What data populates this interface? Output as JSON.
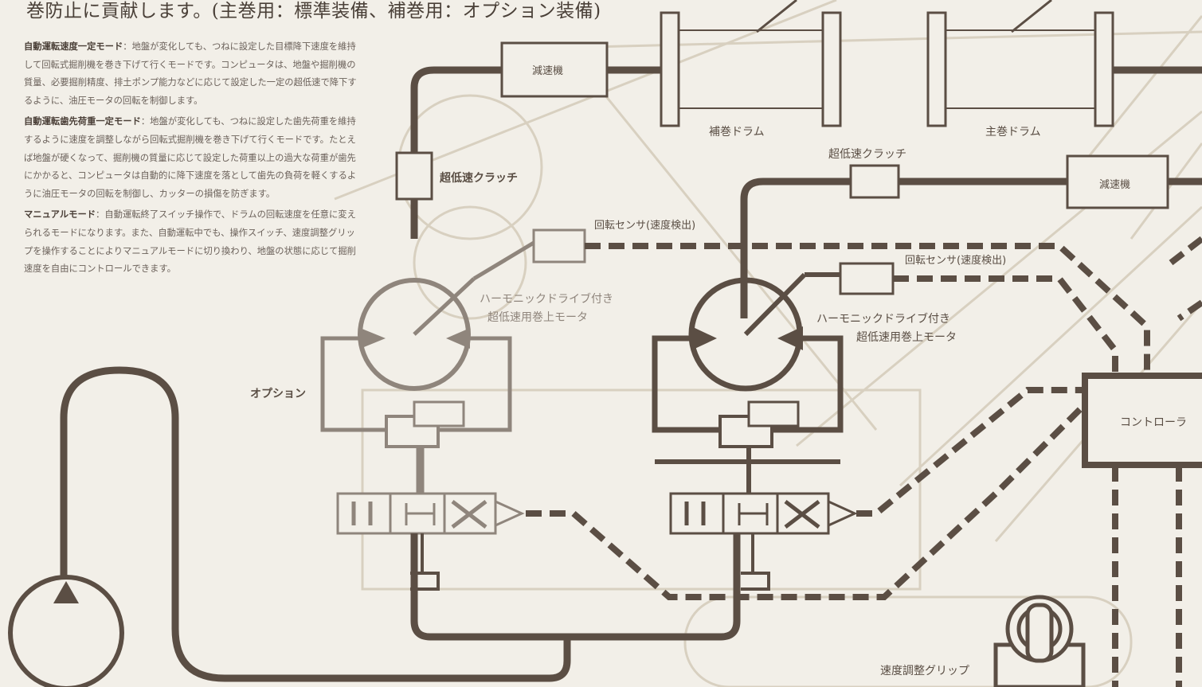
{
  "header": {
    "text": "巻防止に貢献します。(主巻用：標準装備、補巻用：オプション装備)"
  },
  "description": [
    {
      "title": "自動運転速度一定モード",
      "body": "：地盤が変化しても、つねに設定した目標降下速度を維持して回転式掘削機を巻き下げて行くモードです。コンピュータは、地盤や掘削機の質量、必要掘削精度、排土ポンプ能力などに応じて設定した一定の超低速で降下するように、油圧モータの回転を制御します。"
    },
    {
      "title": "自動運転歯先荷重一定モード",
      "body": "：地盤が変化しても、つねに設定した歯先荷重を維持するように速度を調整しながら回転式掘削機を巻き下げて行くモードです。たとえば地盤が硬くなって、掘削機の質量に応じて設定した荷重以上の過大な荷重が歯先にかかると、コンピュータは自動的に降下速度を落として歯先の負荷を軽くするように油圧モータの回転を制御し、カッターの損傷を防ぎます。"
    },
    {
      "title": "マニュアルモード",
      "body": "：自動運転終了スイッチ操作で、ドラムの回転速度を任意に変えられるモードになります。また、自動運転中でも、操作スイッチ、速度調整グリップを操作することによりマニュアルモードに切り換わり、地盤の状態に応じて掘削速度を自由にコントロールできます。"
    }
  ],
  "diagram": {
    "reducer_left": "減速機",
    "reducer_right": "減速機",
    "aux_drum": "補巻ドラム",
    "main_drum": "主巻ドラム",
    "ultra_low_clutch_left": "超低速クラッチ",
    "ultra_low_clutch_right": "超低速クラッチ",
    "rotation_sensor_left": "回転センサ(速度検出)",
    "rotation_sensor_right": "回転センサ(速度検出)",
    "motor_left_line1": "ハーモニックドライブ付き",
    "motor_left_line2": "超低速用巻上モータ",
    "motor_right_line1": "ハーモニックドライブ付き",
    "motor_right_line2": "超低速用巻上モータ",
    "option": "オプション",
    "controller": "コントローラ",
    "speed_grip": "速度調整グリップ"
  },
  "colors": {
    "background": "#f2efe8",
    "line_dark": "#5b4e44",
    "line_faded": "#8f857c",
    "machine_ghost": "#d8d0c0"
  }
}
